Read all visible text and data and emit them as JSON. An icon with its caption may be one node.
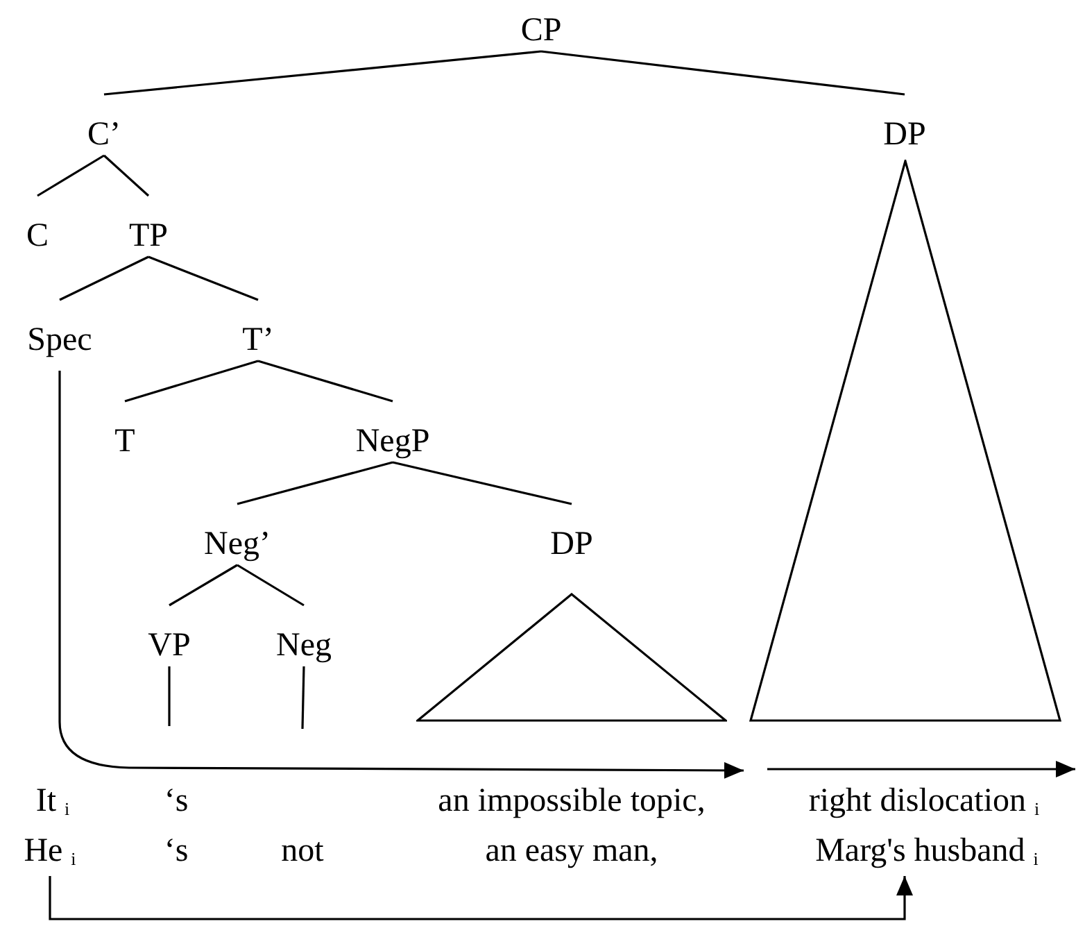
{
  "diagram": {
    "nodes": [
      {
        "text": [
          "CP"
        ]
      },
      {
        "text": [
          "C’"
        ]
      },
      {
        "text": [
          "DP"
        ]
      },
      {
        "text": [
          "C"
        ]
      },
      {
        "text": [
          "TP"
        ]
      },
      {
        "text": [
          "Spec"
        ]
      },
      {
        "text": [
          "T’"
        ]
      },
      {
        "text": [
          "T"
        ]
      },
      {
        "text": [
          "NegP"
        ]
      },
      {
        "text": [
          "Neg’"
        ]
      },
      {
        "text": [
          "DP"
        ]
      },
      {
        "text": [
          "VP"
        ]
      },
      {
        "text": [
          "Neg"
        ]
      },
      {
        "text": [],
        "shape": "triangle"
      },
      {
        "text": [],
        "shape": "triangle"
      },
      {
        "text": [
          "He $_{i}$"
        ]
      },
      {
        "text": [
          "Marg's husband $_{i}$"
        ]
      }
    ],
    "edges": [
      {
        "from": 0,
        "to": 1,
        "arrow": "none"
      },
      {
        "from": 0,
        "to": 2,
        "arrow": "none"
      },
      {
        "from": 1,
        "to": 3,
        "arrow": "none"
      },
      {
        "from": 1,
        "to": 4,
        "arrow": "none"
      },
      {
        "from": 4,
        "to": 5,
        "arrow": "none"
      },
      {
        "from": 4,
        "to": 6,
        "arrow": "none"
      },
      {
        "from": 6,
        "to": 7,
        "arrow": "none"
      },
      {
        "from": 6,
        "to": 8,
        "arrow": "none"
      },
      {
        "from": 8,
        "to": 9,
        "arrow": "none"
      },
      {
        "from": 8,
        "to": 10,
        "arrow": "none"
      },
      {
        "from": 9,
        "to": 11,
        "arrow": "none"
      },
      {
        "from": 9,
        "to": 12,
        "arrow": "none"
      },
      {
        "from": 11,
        "to": null,
        "arrow": "none"
      },
      {
        "from": 12,
        "to": null,
        "arrow": "none"
      },
      {
        "from": 5,
        "to": 14,
        "arrow": "to"
      },
      {
        "from": 15,
        "to": 16,
        "arrow": "to"
      }
    ],
    "labels": [
      "It $_{i}$",
      "‘s",
      "an impossible topic,",
      "right dislocation $_{i}$",
      "‘s",
      "not",
      "an easy man,"
    ]
  }
}
